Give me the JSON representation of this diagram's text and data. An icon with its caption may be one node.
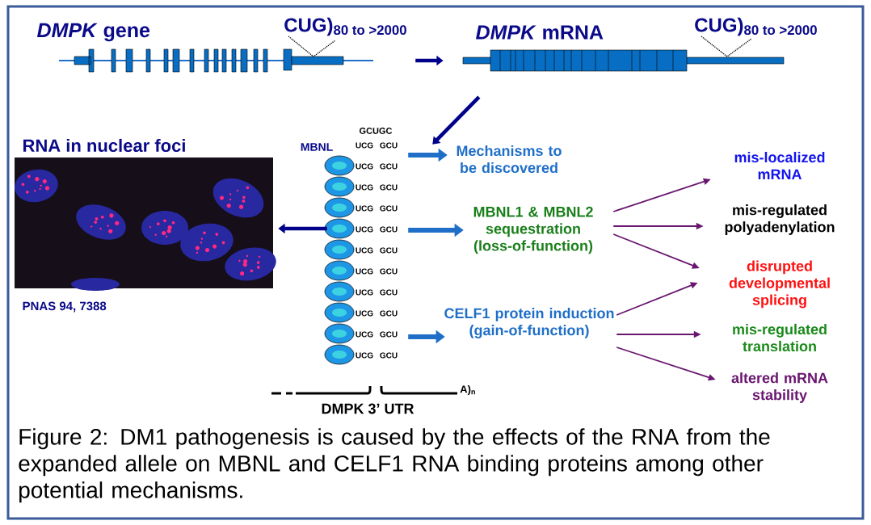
{
  "diagram": {
    "caption": "Figure 2: DM1 pathogenesis is caused by the effects of the RNA from the expanded allele on MBNL and CELF1 RNA binding proteins among other potential mechanisms.",
    "nodes": [
      {
        "text": [
          "*DMPK* gene",
          "CUG)$_{80 to >2000}$"
        ]
      },
      {
        "text": [
          "*DMPK* mRNA",
          "CUG)$_{80 to >2000}$"
        ]
      },
      {
        "text": [
          "MBNL",
          "DMPK 3’ UTR",
          "A)$_{n}$"
        ]
      },
      {
        "text": [
          "RNA in nuclear foci"
        ],
        "beside": [
          "PNAS 94, 7388"
        ]
      },
      {
        "text": [
          "Mechanisms to be discovered"
        ]
      },
      {
        "text": [
          "MBNL1 & MBNL2 sequestration (loss-of-function)"
        ]
      },
      {
        "text": [
          "CELF1 protein induction (gain-of-function)"
        ]
      },
      {
        "text": [
          "mis-localized mRNA"
        ]
      },
      {
        "text": [
          "mis-regulated polyadenylation"
        ]
      },
      {
        "text": [
          "disrupted developmental splicing"
        ]
      },
      {
        "text": [
          "mis-regulated translation"
        ]
      },
      {
        "text": [
          "altered mRNA stability"
        ]
      }
    ],
    "edges": [
      {
        "from": 0,
        "to": 1,
        "arrow": "to",
        "style": "thick",
        "color": "#00008b"
      },
      {
        "from": 1,
        "to": 2,
        "arrow": "to",
        "style": "thick",
        "color": "#00008b"
      },
      {
        "from": 2,
        "to": 3,
        "arrow": "to",
        "style": "thick",
        "color": "#00008b"
      },
      {
        "from": 2,
        "to": 4,
        "arrow": "to",
        "style": "thick",
        "color": "#1f6fc8"
      },
      {
        "from": 2,
        "to": 5,
        "arrow": "to",
        "style": "thick",
        "color": "#1f6fc8"
      },
      {
        "from": 2,
        "to": 6,
        "arrow": "to",
        "style": "thick",
        "color": "#1f6fc8"
      },
      {
        "from": 5,
        "to": 7,
        "arrow": "to"
      },
      {
        "from": 5,
        "to": 8,
        "arrow": "to"
      },
      {
        "from": 5,
        "to": 9,
        "arrow": "to"
      },
      {
        "from": 6,
        "to": 9,
        "arrow": "to"
      },
      {
        "from": 6,
        "to": 10,
        "arrow": "to"
      },
      {
        "from": 6,
        "to": 11,
        "arrow": "to"
      }
    ],
    "labels": [
      "GCUGC",
      "UCG",
      "UCG",
      "UCG",
      "UCG",
      "UCG",
      "UCG",
      "UCG",
      "UCG",
      "UCG",
      "UCG",
      "UCG",
      "GCU",
      "GCU",
      "GCU",
      "GCU",
      "GCU",
      "GCU",
      "GCU",
      "GCU",
      "GCU",
      "GCU",
      "GCU"
    ]
  }
}
